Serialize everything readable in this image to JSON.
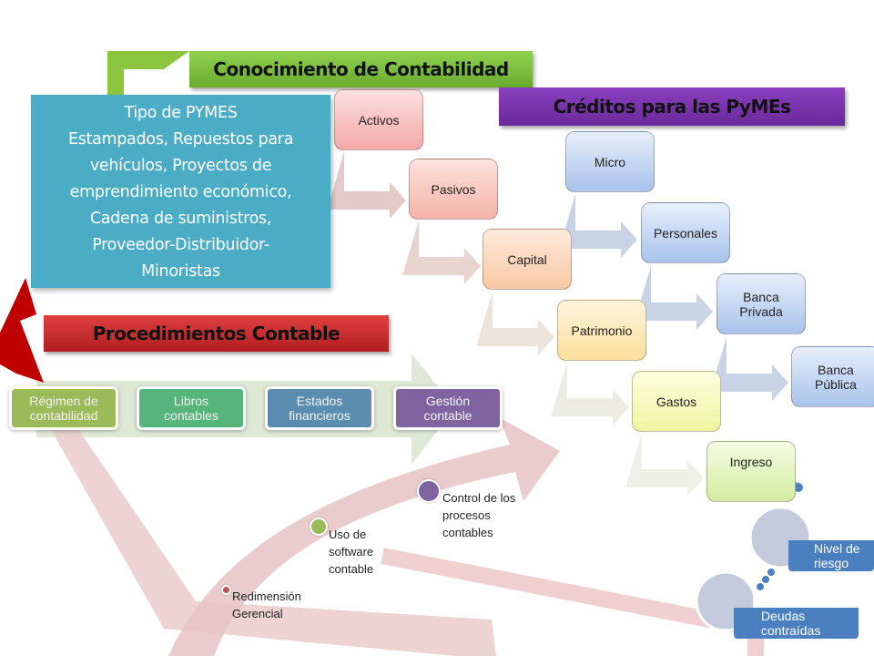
{
  "titles": {
    "knowledge": "Conocimiento de Contabilidad",
    "credits": "Créditos para las PyMEs",
    "procedures": "Procedimientos Contable"
  },
  "pyme_box": {
    "lines": [
      "Tipo de   PYMES",
      "Estampados, Repuestos para",
      "vehículos,  Proyectos de",
      "emprendimiento económico,",
      "Cadena de suministros,",
      "Proveedor-Distribuidor-",
      "Minoristas"
    ]
  },
  "accounting_steps": [
    "Activos",
    "Pasivos",
    "Capital",
    "Patrimonio",
    "Gastos",
    "Ingreso"
  ],
  "credit_steps": [
    "Micro",
    "Personales",
    "Banca Privada",
    "Banca Pública"
  ],
  "process_steps": [
    "Régimen de contabilidad",
    "Libros contables",
    "Estados financieros",
    "Gestión contable"
  ],
  "curve_points": [
    "Redimensión Gerencial",
    "Uso de software contable",
    "Control de los procesos contables"
  ],
  "risk_items": [
    "Nivel de riesgo",
    "Deudas contraídas"
  ],
  "colors": {
    "green_title": "#7fc241",
    "purple_title": "#7030a0",
    "red_title": "#c0272d",
    "blue_box": "#4bacc6",
    "tag_blue": "#4a7fc0"
  }
}
